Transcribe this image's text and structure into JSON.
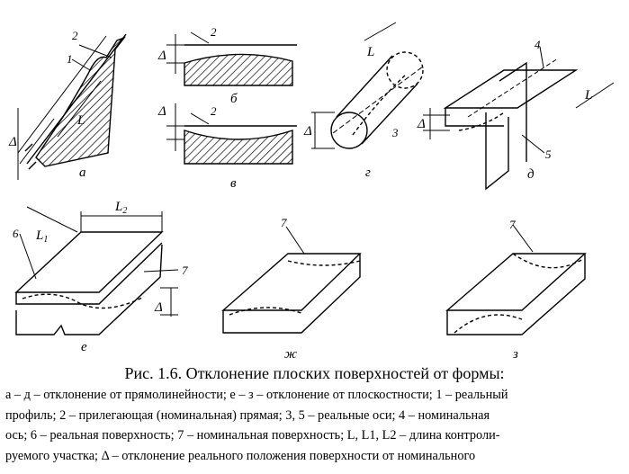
{
  "figure": {
    "subfigure_labels": {
      "a": "а",
      "b": "б",
      "v": "в",
      "g": "г",
      "d": "д",
      "e": "е",
      "zh": "ж",
      "z": "з"
    },
    "callouts": {
      "n1": "1",
      "n2": "2",
      "n3": "3",
      "n4": "4",
      "n5": "5",
      "n6": "6",
      "n7": "7"
    },
    "dims": {
      "delta": "Δ",
      "L": "L",
      "L1": "L",
      "L1_sub": "1",
      "L2": "L",
      "L2_sub": "2"
    }
  },
  "caption": {
    "title": "Рис. 1.6. Отклонение плоских поверхностей от формы:",
    "lines": [
      "а – д – отклонение от прямолинейности; е – з – отклонение от плоскостности; 1 – реальный",
      "профиль; 2 – прилегающая (номинальная) прямая; 3, 5 – реальные оси; 4 – номинальная",
      "ось; 6 – реальная поверхность; 7 – номинальная поверхность; L, L1, L2 – длина контроли-",
      "руемого участка; Δ – отклонение реального положения поверхности от номинального"
    ]
  }
}
